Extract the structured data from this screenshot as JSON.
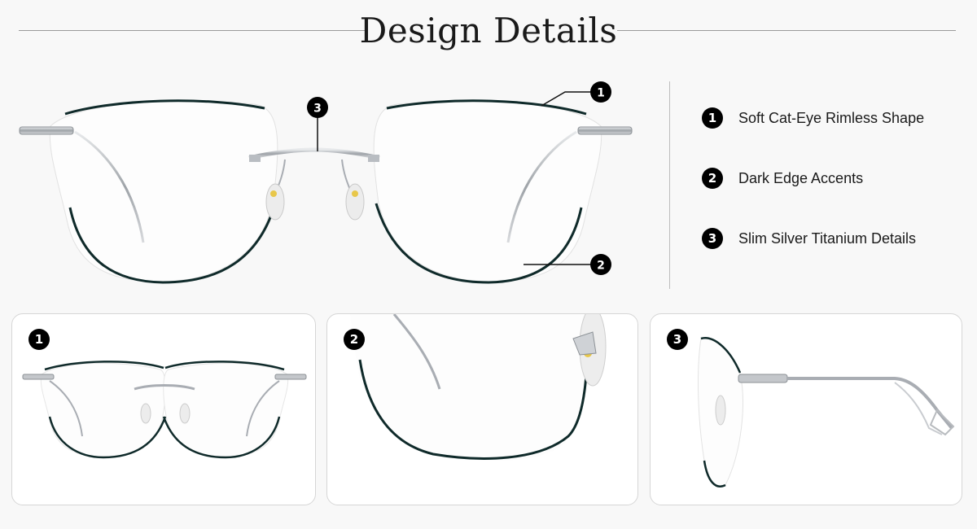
{
  "header": {
    "title": "Design Details"
  },
  "callouts": [
    "1",
    "2",
    "3"
  ],
  "features": [
    {
      "number": "1",
      "label": "Soft Cat-Eye Rimless Shape"
    },
    {
      "number": "2",
      "label": "Dark Edge Accents"
    },
    {
      "number": "3",
      "label": "Slim Silver Titanium Details"
    }
  ],
  "cards": [
    {
      "number": "1",
      "view": "front"
    },
    {
      "number": "2",
      "view": "lens-edge-closeup"
    },
    {
      "number": "3",
      "view": "side-temple"
    }
  ],
  "colors": {
    "frame_edge": "#0f2a2a",
    "metal": "#a9adb3",
    "badge": "#000000",
    "background": "#f8f8f8"
  },
  "icons": [
    "numbered-badge"
  ]
}
